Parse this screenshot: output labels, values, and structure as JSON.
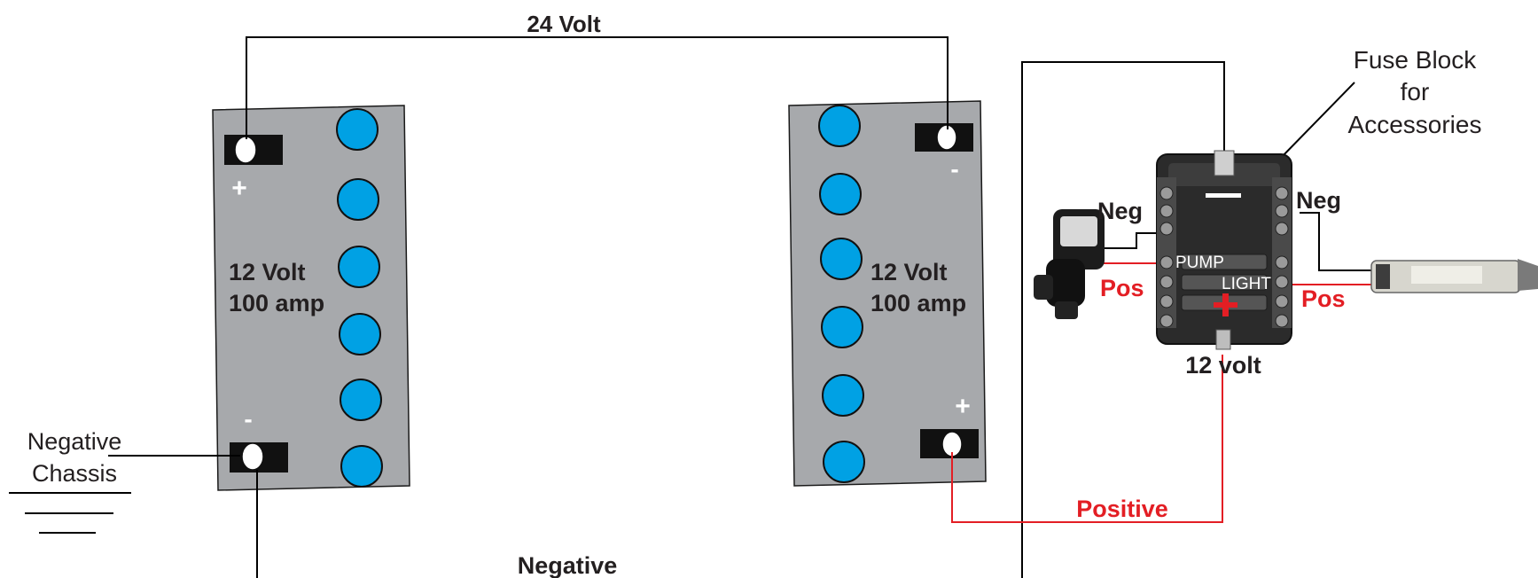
{
  "labels": {
    "top_voltage": "24 Volt",
    "battery_left_line1": "12 Volt",
    "battery_left_line2": "100 amp",
    "battery_right_line1": "12 Volt",
    "battery_right_line2": "100 amp",
    "plus_sign": "+",
    "minus_sign": "-",
    "negative_chassis_line1": "Negative",
    "negative_chassis_line2": "Chassis",
    "negative_bottom": "Negative",
    "positive_bottom": "Positive",
    "fuse_block_line1": "Fuse Block",
    "fuse_block_line2": "for",
    "fuse_block_line3": "Accessories",
    "neg_left": "Neg",
    "neg_right": "Neg",
    "pump": "PUMP",
    "light": "LIGHT",
    "pos_left": "Pos",
    "pos_right": "Pos",
    "twelve_volt": "12 volt"
  },
  "colors": {
    "battery_fill": "#a7a9ac",
    "cell_fill": "#00a1e4",
    "positive_wire": "#e31e24",
    "negative_wire": "#000000",
    "fuse_block_body": "#2b2b2b"
  },
  "icons": {
    "pump": "water-pump-icon",
    "light": "led-light-tube-icon",
    "fuse_block": "fuse-block-icon",
    "ground": "ground-symbol-icon"
  }
}
